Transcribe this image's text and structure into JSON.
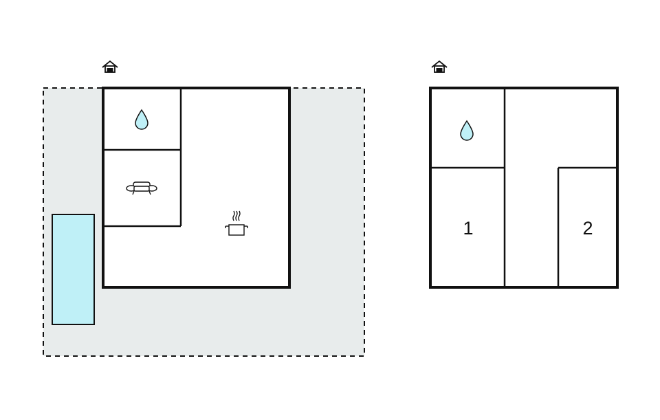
{
  "colors": {
    "background": "#ffffff",
    "outdoor_area": "#e8ecec",
    "pool": "#bff0f7",
    "walls": "#111111",
    "water_drop": "#bff0f7"
  },
  "ground_floor": {
    "entrance_icon": "house-entrance-icon",
    "bathroom_icon": "water-drop-icon",
    "living_room_icon": "sofa-icon",
    "kitchen_icon": "cooking-pot-icon",
    "pool_icon": "pool-rectangle"
  },
  "first_floor": {
    "entrance_icon": "house-entrance-icon",
    "bathroom_icon": "water-drop-icon",
    "bedroom_1_number": "1",
    "bedroom_2_number": "2"
  }
}
